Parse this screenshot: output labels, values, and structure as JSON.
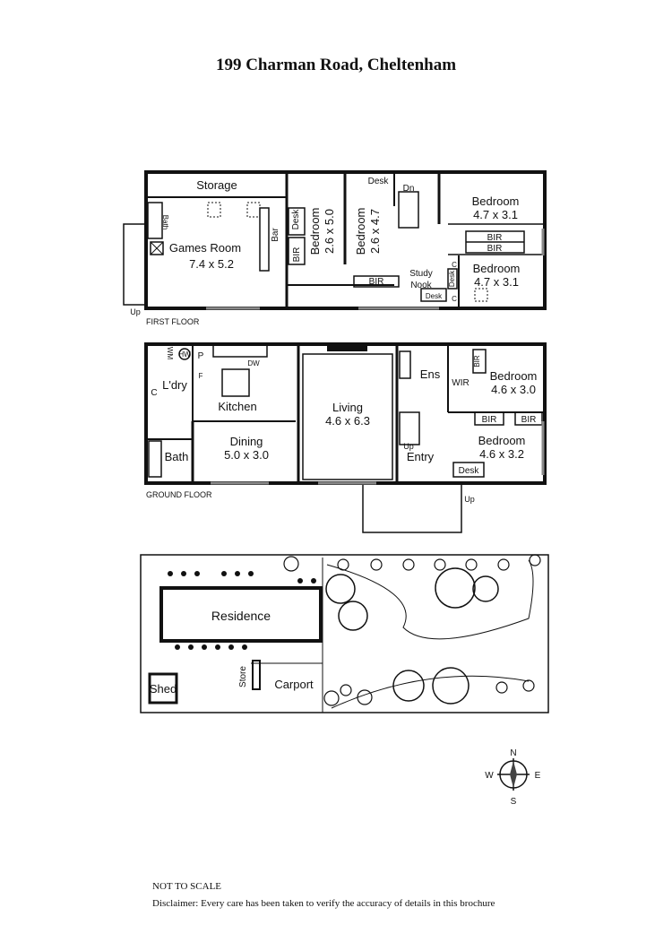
{
  "title": "199 Charman Road, Cheltenham",
  "first_floor": {
    "label": "FIRST FLOOR",
    "up": "Up",
    "rooms": {
      "storage": "Storage",
      "games_room": "Games Room",
      "games_room_size": "7.4 x 5.2",
      "bath": "Bath",
      "bar": "Bar",
      "bir_1": "BIR",
      "desk_1": "Desk",
      "bedroom_a": "Bedroom",
      "bedroom_a_size": "2.6 x 5.0",
      "bedroom_b": "Bedroom",
      "bedroom_b_size": "2.6 x 4.7",
      "desk_2": "Desk",
      "bir_2": "BIR",
      "dn": "Dn",
      "study_nook_1": "Study",
      "study_nook_2": "Nook",
      "desk_3": "Desk",
      "desk_4": "Desk",
      "c_1": "C",
      "c_2": "C",
      "bedroom_c": "Bedroom",
      "bedroom_c_size": "4.7 x 3.1",
      "bir_3": "BIR",
      "bir_4": "BIR",
      "bedroom_d": "Bedroom",
      "bedroom_d_size": "4.7 x 3.1"
    }
  },
  "ground_floor": {
    "label": "GROUND FLOOR",
    "up_1": "Up",
    "up_2": "Up",
    "rooms": {
      "wm": "WM",
      "hw": "HW",
      "p": "P",
      "dw": "DW",
      "f": "F",
      "laundry": "L'dry",
      "c": "C",
      "kitchen": "Kitchen",
      "bath": "Bath",
      "dining": "Dining",
      "dining_size": "5.0 x 3.0",
      "living": "Living",
      "living_size": "4.6 x 6.3",
      "ens": "Ens",
      "wir": "WIR",
      "bir_1": "BIR",
      "bedroom_a": "Bedroom",
      "bedroom_a_size": "4.6 x 3.0",
      "bir_2": "BIR",
      "bir_3": "BIR",
      "bedroom_b": "Bedroom",
      "bedroom_b_size": "4.6 x 3.2",
      "entry": "Entry",
      "desk": "Desk"
    }
  },
  "site_plan": {
    "residence": "Residence",
    "shed": "Shed",
    "store": "Store",
    "carport": "Carport"
  },
  "compass": {
    "n": "N",
    "s": "S",
    "e": "E",
    "w": "W"
  },
  "footer": {
    "not_to_scale": "NOT TO SCALE",
    "disclaimer": "Disclaimer: Every care has been taken to verify the accuracy of details in this brochure"
  }
}
